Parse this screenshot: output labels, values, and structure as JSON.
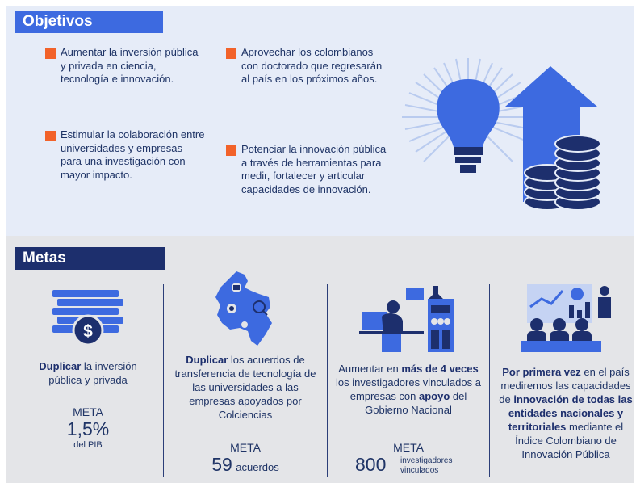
{
  "objetivos": {
    "title": "Objetivos",
    "items": [
      "Aumentar la inversión pública y privada en ciencia, tecnología e innovación.",
      "Estimular la colaboración entre universidades y empresas para una investigación con mayor impacto.",
      "Aprovechar los colombianos con doctorado que regresarán al país en los próximos años.",
      "Potenciar la innovación pública a través de herramientas para medir, fortalecer y articular capacidades de innovación."
    ]
  },
  "metas": {
    "title": "Metas",
    "col1": {
      "bold": "Duplicar",
      "text": " la inversión pública y privada",
      "meta": "META",
      "value": "1,5%",
      "unit": "del PIB"
    },
    "col2": {
      "bold": "Duplicar",
      "text": " los acuerdos de transferencia de tecnología de las universidades a las empresas apoyados por Colciencias",
      "meta": "META",
      "value": "59",
      "unit": "acuerdos"
    },
    "col3": {
      "t1": "Aumentar en ",
      "b1": "más de 4 veces",
      "t2": " los investigadores vinculados a empresas con ",
      "b2": "apoyo",
      "t3": " del Gobierno Nacional",
      "meta": "META",
      "value": "800",
      "unit": "investigadores vinculados"
    },
    "col4": {
      "b1": "Por primera vez",
      "t1": " en el país mediremos las capacidades de ",
      "b2": "innovación de todas las entidades nacionales y territoriales",
      "t2": " mediante el Índice Colombiano de Innovación Pública"
    }
  },
  "colors": {
    "accent_blue": "#3d6ae0",
    "navy": "#1d2f6d",
    "orange": "#f2622a"
  }
}
